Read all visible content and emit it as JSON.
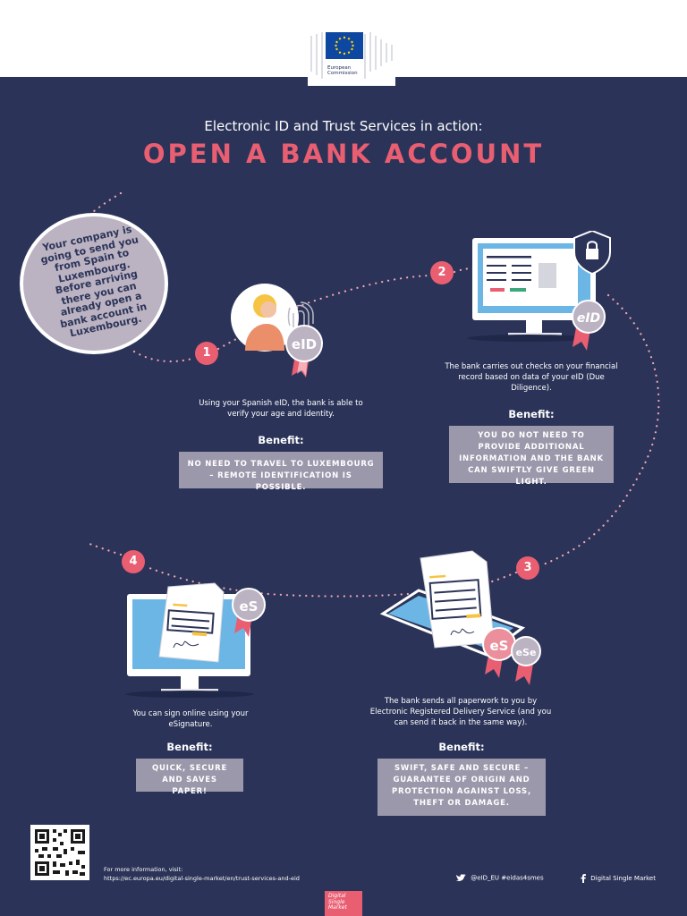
{
  "logo": {
    "line1": "European",
    "line2": "Commission"
  },
  "header": {
    "subtitle": "Electronic ID and Trust Services in action:",
    "title": "OPEN A BANK ACCOUNT"
  },
  "intro": "Your company is going to send you from Spain to Luxembourg. Before arriving there you can already open a bank account in Luxembourg.",
  "steps": [
    {
      "number": "1",
      "description": "Using your Spanish eID, the bank is able to verify your age and identity.",
      "benefit_label": "Benefit:",
      "benefit": "No need to travel to Luxembourg – remote identification is possible.",
      "badge": "eID"
    },
    {
      "number": "2",
      "description": "The bank carries out checks on your financial record based on data of your eID (Due Diligence).",
      "benefit_label": "Benefit:",
      "benefit": "You do not need to provide additional information and the bank can swiftly give green light.",
      "badge": "eID"
    },
    {
      "number": "3",
      "description": "The bank sends all paperwork to you by Electronic Registered Delivery Service (and you can send it back in the same way).",
      "benefit_label": "Benefit:",
      "benefit": "Swift, safe and secure – guarantee of origin and protection against loss, theft or damage.",
      "badge": "eS",
      "badge2": "eSe"
    },
    {
      "number": "4",
      "description": "You can sign online using your eSignature.",
      "benefit_label": "Benefit:",
      "benefit": "Quick, secure and saves paper!",
      "badge": "eS"
    }
  ],
  "footer": {
    "info_label": "For more information, visit:",
    "url": "https://ec.europa.eu/digital-single-market/en/trust-services-and-eid",
    "twitter": "@eID_EU  #eidas4smes",
    "facebook": "Digital Single Market",
    "dsm_logo": "Digital Single Market"
  },
  "colors": {
    "background": "#2b3458",
    "accent": "#ea5e72",
    "benefit_box": "#9c98ab",
    "intro_bubble": "#bbb2c2"
  },
  "icons": [
    "eu-flag-icon",
    "fingerprint-icon",
    "person-icon",
    "eid-ribbon-icon",
    "monitor-icon",
    "lock-shield-icon",
    "document-icon",
    "tablet-icon",
    "signature-icon",
    "qr-code-icon",
    "twitter-icon",
    "facebook-icon"
  ]
}
